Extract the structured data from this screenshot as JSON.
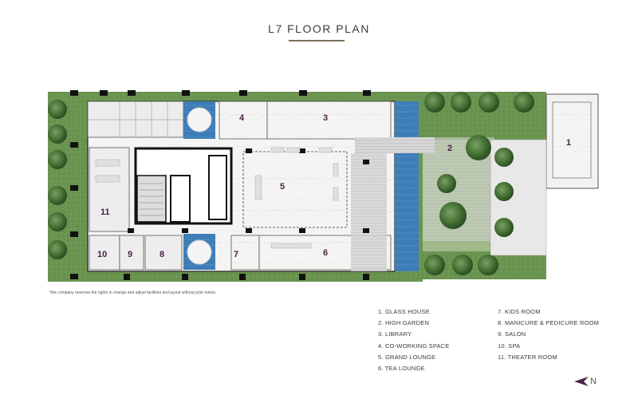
{
  "title": "L7  FLOOR PLAN",
  "note": "*the company reserves the rights to change and adjust facilities and layout without prior notice.",
  "rooms": [
    {
      "num": "1",
      "name": "GLASS HOUSE"
    },
    {
      "num": "2",
      "name": "HIGH GARDEN"
    },
    {
      "num": "3",
      "name": "LIBRARY"
    },
    {
      "num": "4",
      "name": "CO-WORKING SPACE"
    },
    {
      "num": "5",
      "name": "GRAND LOUNGE"
    },
    {
      "num": "6",
      "name": "TEA LOUNGE"
    },
    {
      "num": "7",
      "name": "KIDS ROOM"
    },
    {
      "num": "8",
      "name": "MANICURE & PEDICURE ROOM"
    },
    {
      "num": "9",
      "name": "SALON"
    },
    {
      "num": "10",
      "name": "SPA"
    },
    {
      "num": "11",
      "name": "THEATER ROOM"
    }
  ],
  "legend_col1": [
    "1. GLASS HOUSE",
    "2. HIGH GARDEN",
    "3. LIBRARY",
    "4. CO-WORKING SPACE",
    "5. GRAND LOUNGE",
    "6. TEA LOUNGE"
  ],
  "legend_col2": [
    "7. KIDS ROOM",
    "8. MANICURE & PEDICURE ROOM",
    "9. SALON",
    "10. SPA",
    "11. THEATER ROOM"
  ],
  "compass_label": "N",
  "colors": {
    "garden": "#5f8a45",
    "pool": "#3f7fb8",
    "wall": "#111111",
    "marble": "#f3f3f3",
    "title_rule": "#7a6f5a",
    "numbers": "#4a2247"
  }
}
